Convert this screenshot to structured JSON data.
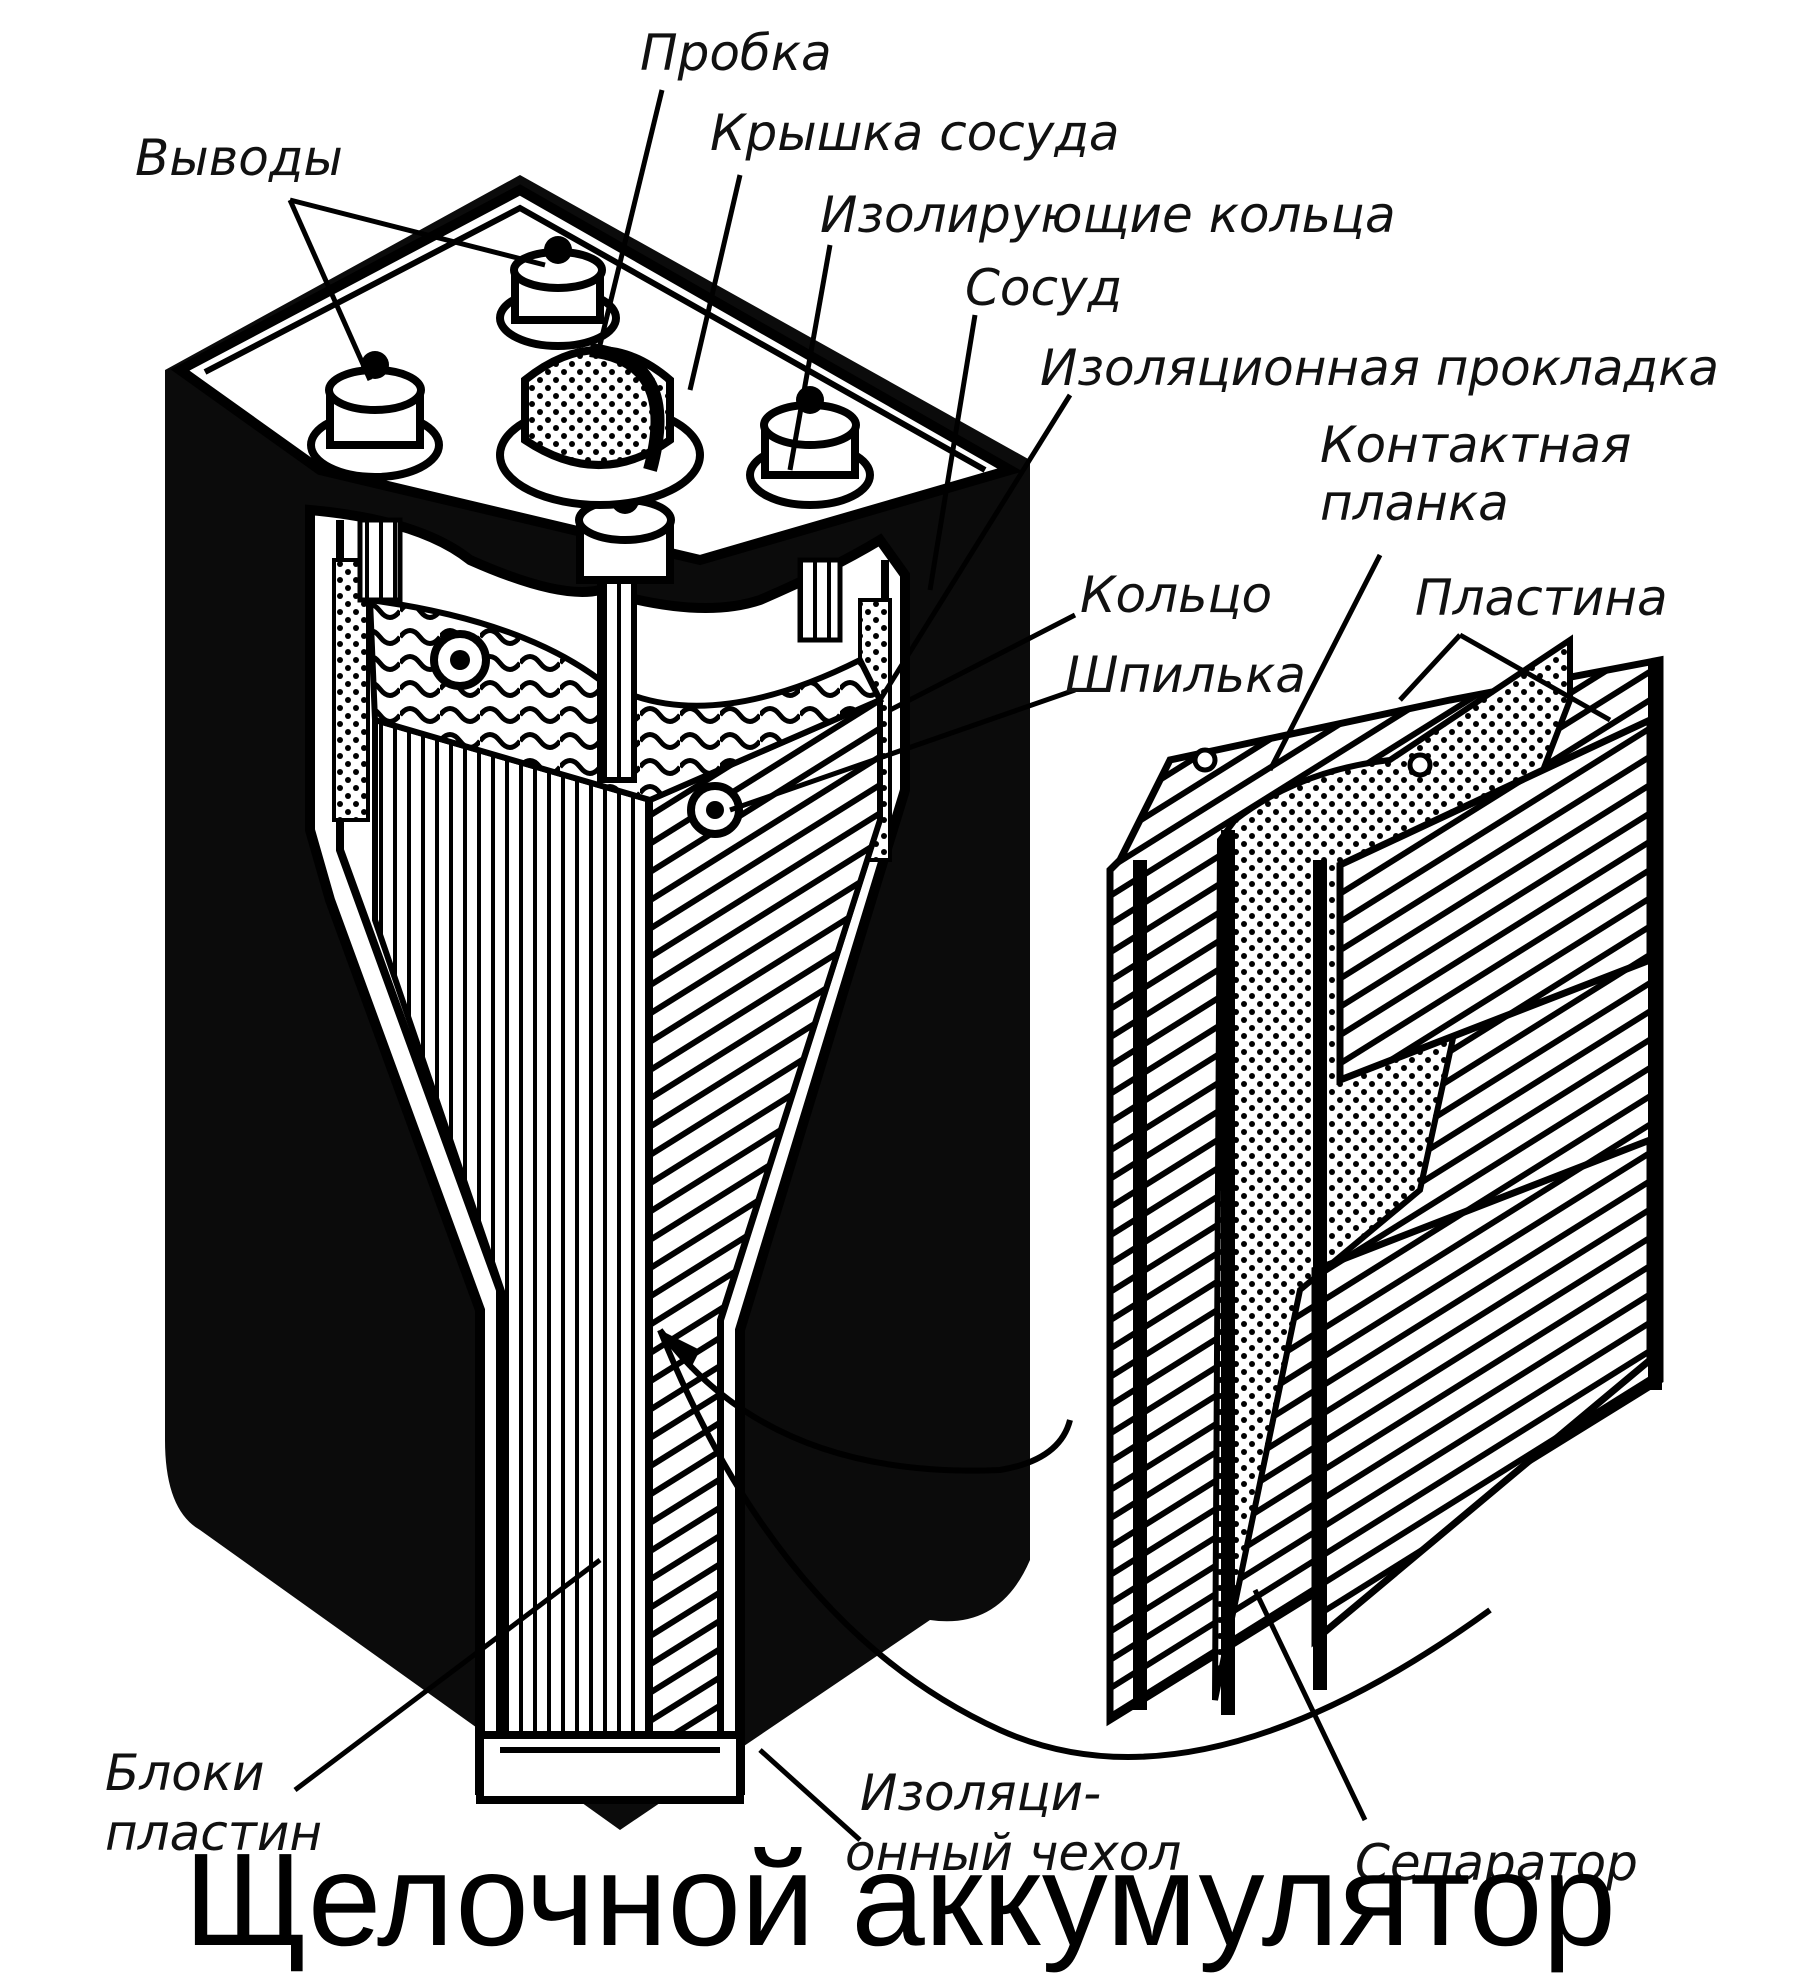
{
  "colors": {
    "ink": "#000000",
    "paper": "#ffffff"
  },
  "labels": {
    "probka": "Пробка",
    "vyvody": "Выводы",
    "kryshka": "Крышка сосуда",
    "kolca_izol": "Изолирующие кольца",
    "sosud": "Сосуд",
    "prokladka": "Изоляционная прокладка",
    "kontakt_1": "Контактная",
    "kontakt_2": "планка",
    "koltso": "Кольцо",
    "shpilka": "Шпилька",
    "plastina": "Пластина",
    "bloki_1": "Блоки",
    "bloki_2": "пластин",
    "chehol_1": "Изоляци-",
    "chehol_2": "онный чехол",
    "separator": "Сепаратор"
  },
  "caption": "Щелочной аккумулятор"
}
